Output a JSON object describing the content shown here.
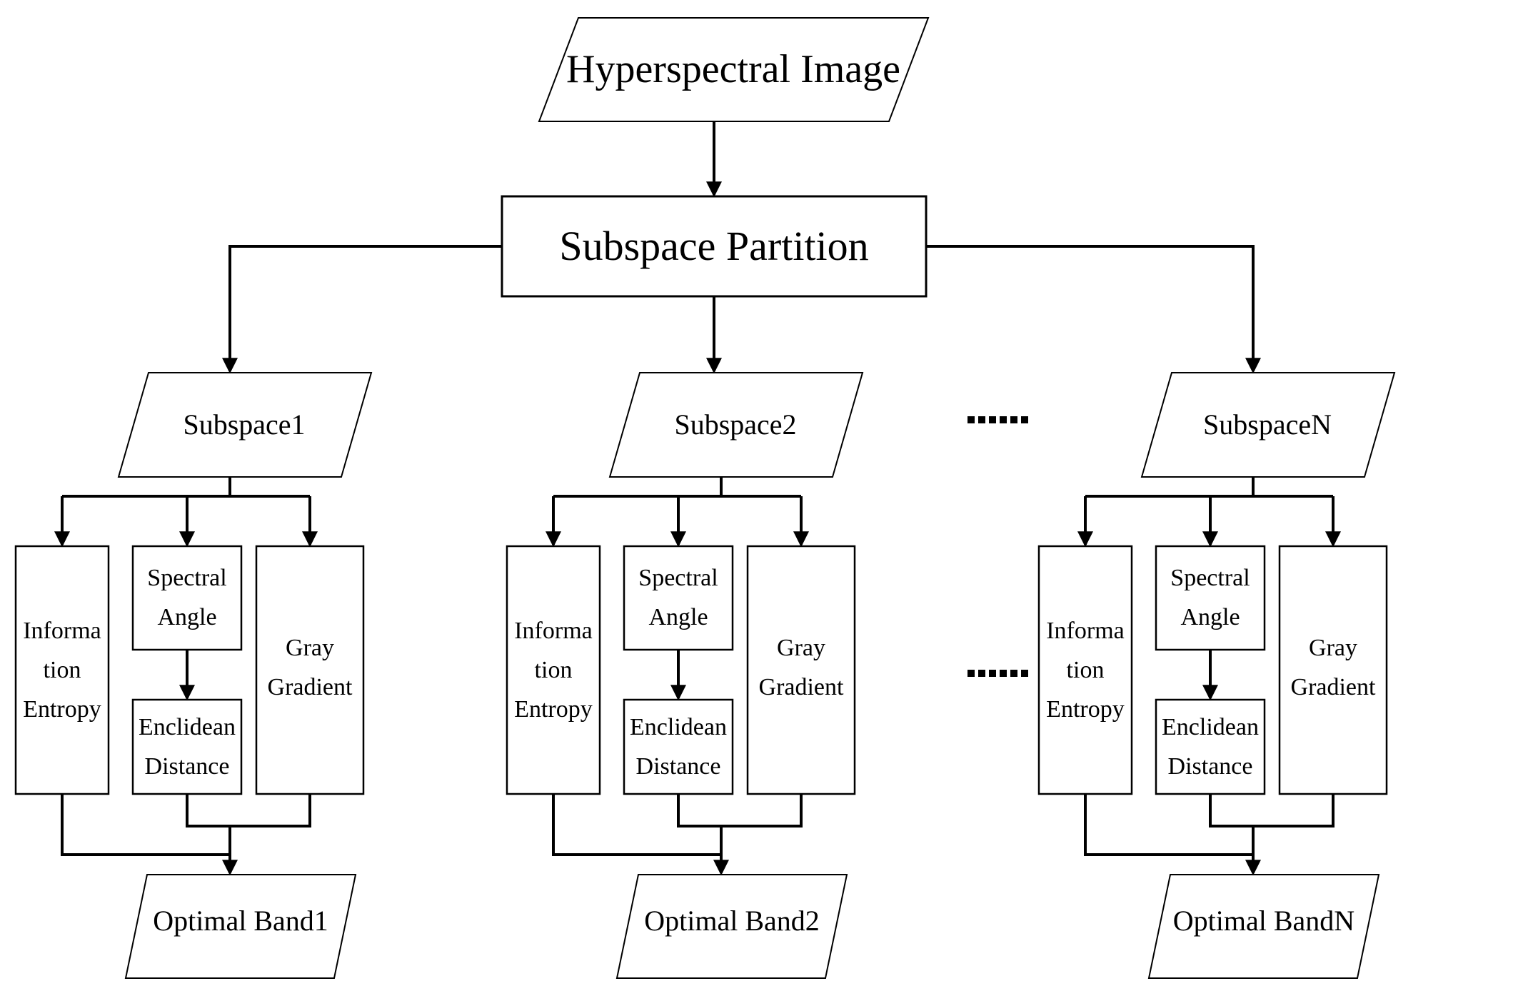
{
  "diagram": {
    "input_node": {
      "label": "Hyperspectral Image"
    },
    "partition_node": {
      "label": "Subspace Partition"
    },
    "ellipsis_top": "......",
    "ellipsis_mid": "......",
    "columns": [
      {
        "subspace": "Subspace1",
        "entropy_lines": [
          "Informa",
          "tion",
          "Entropy"
        ],
        "spectral_lines": [
          "Spectral",
          "Angle"
        ],
        "euclidean_lines": [
          "Enclidean",
          "Distance"
        ],
        "gray_lines": [
          "Gray",
          "Gradient"
        ],
        "optimal": "Optimal Band1"
      },
      {
        "subspace": "Subspace2",
        "entropy_lines": [
          "Informa",
          "tion",
          "Entropy"
        ],
        "spectral_lines": [
          "Spectral",
          "Angle"
        ],
        "euclidean_lines": [
          "Enclidean",
          "Distance"
        ],
        "gray_lines": [
          "Gray",
          "Gradient"
        ],
        "optimal": "Optimal Band2"
      },
      {
        "subspace": "SubspaceN",
        "entropy_lines": [
          "Informa",
          "tion",
          "Entropy"
        ],
        "spectral_lines": [
          "Spectral",
          "Angle"
        ],
        "euclidean_lines": [
          "Enclidean",
          "Distance"
        ],
        "gray_lines": [
          "Gray",
          "Gradient"
        ],
        "optimal": "Optimal BandN"
      }
    ]
  }
}
